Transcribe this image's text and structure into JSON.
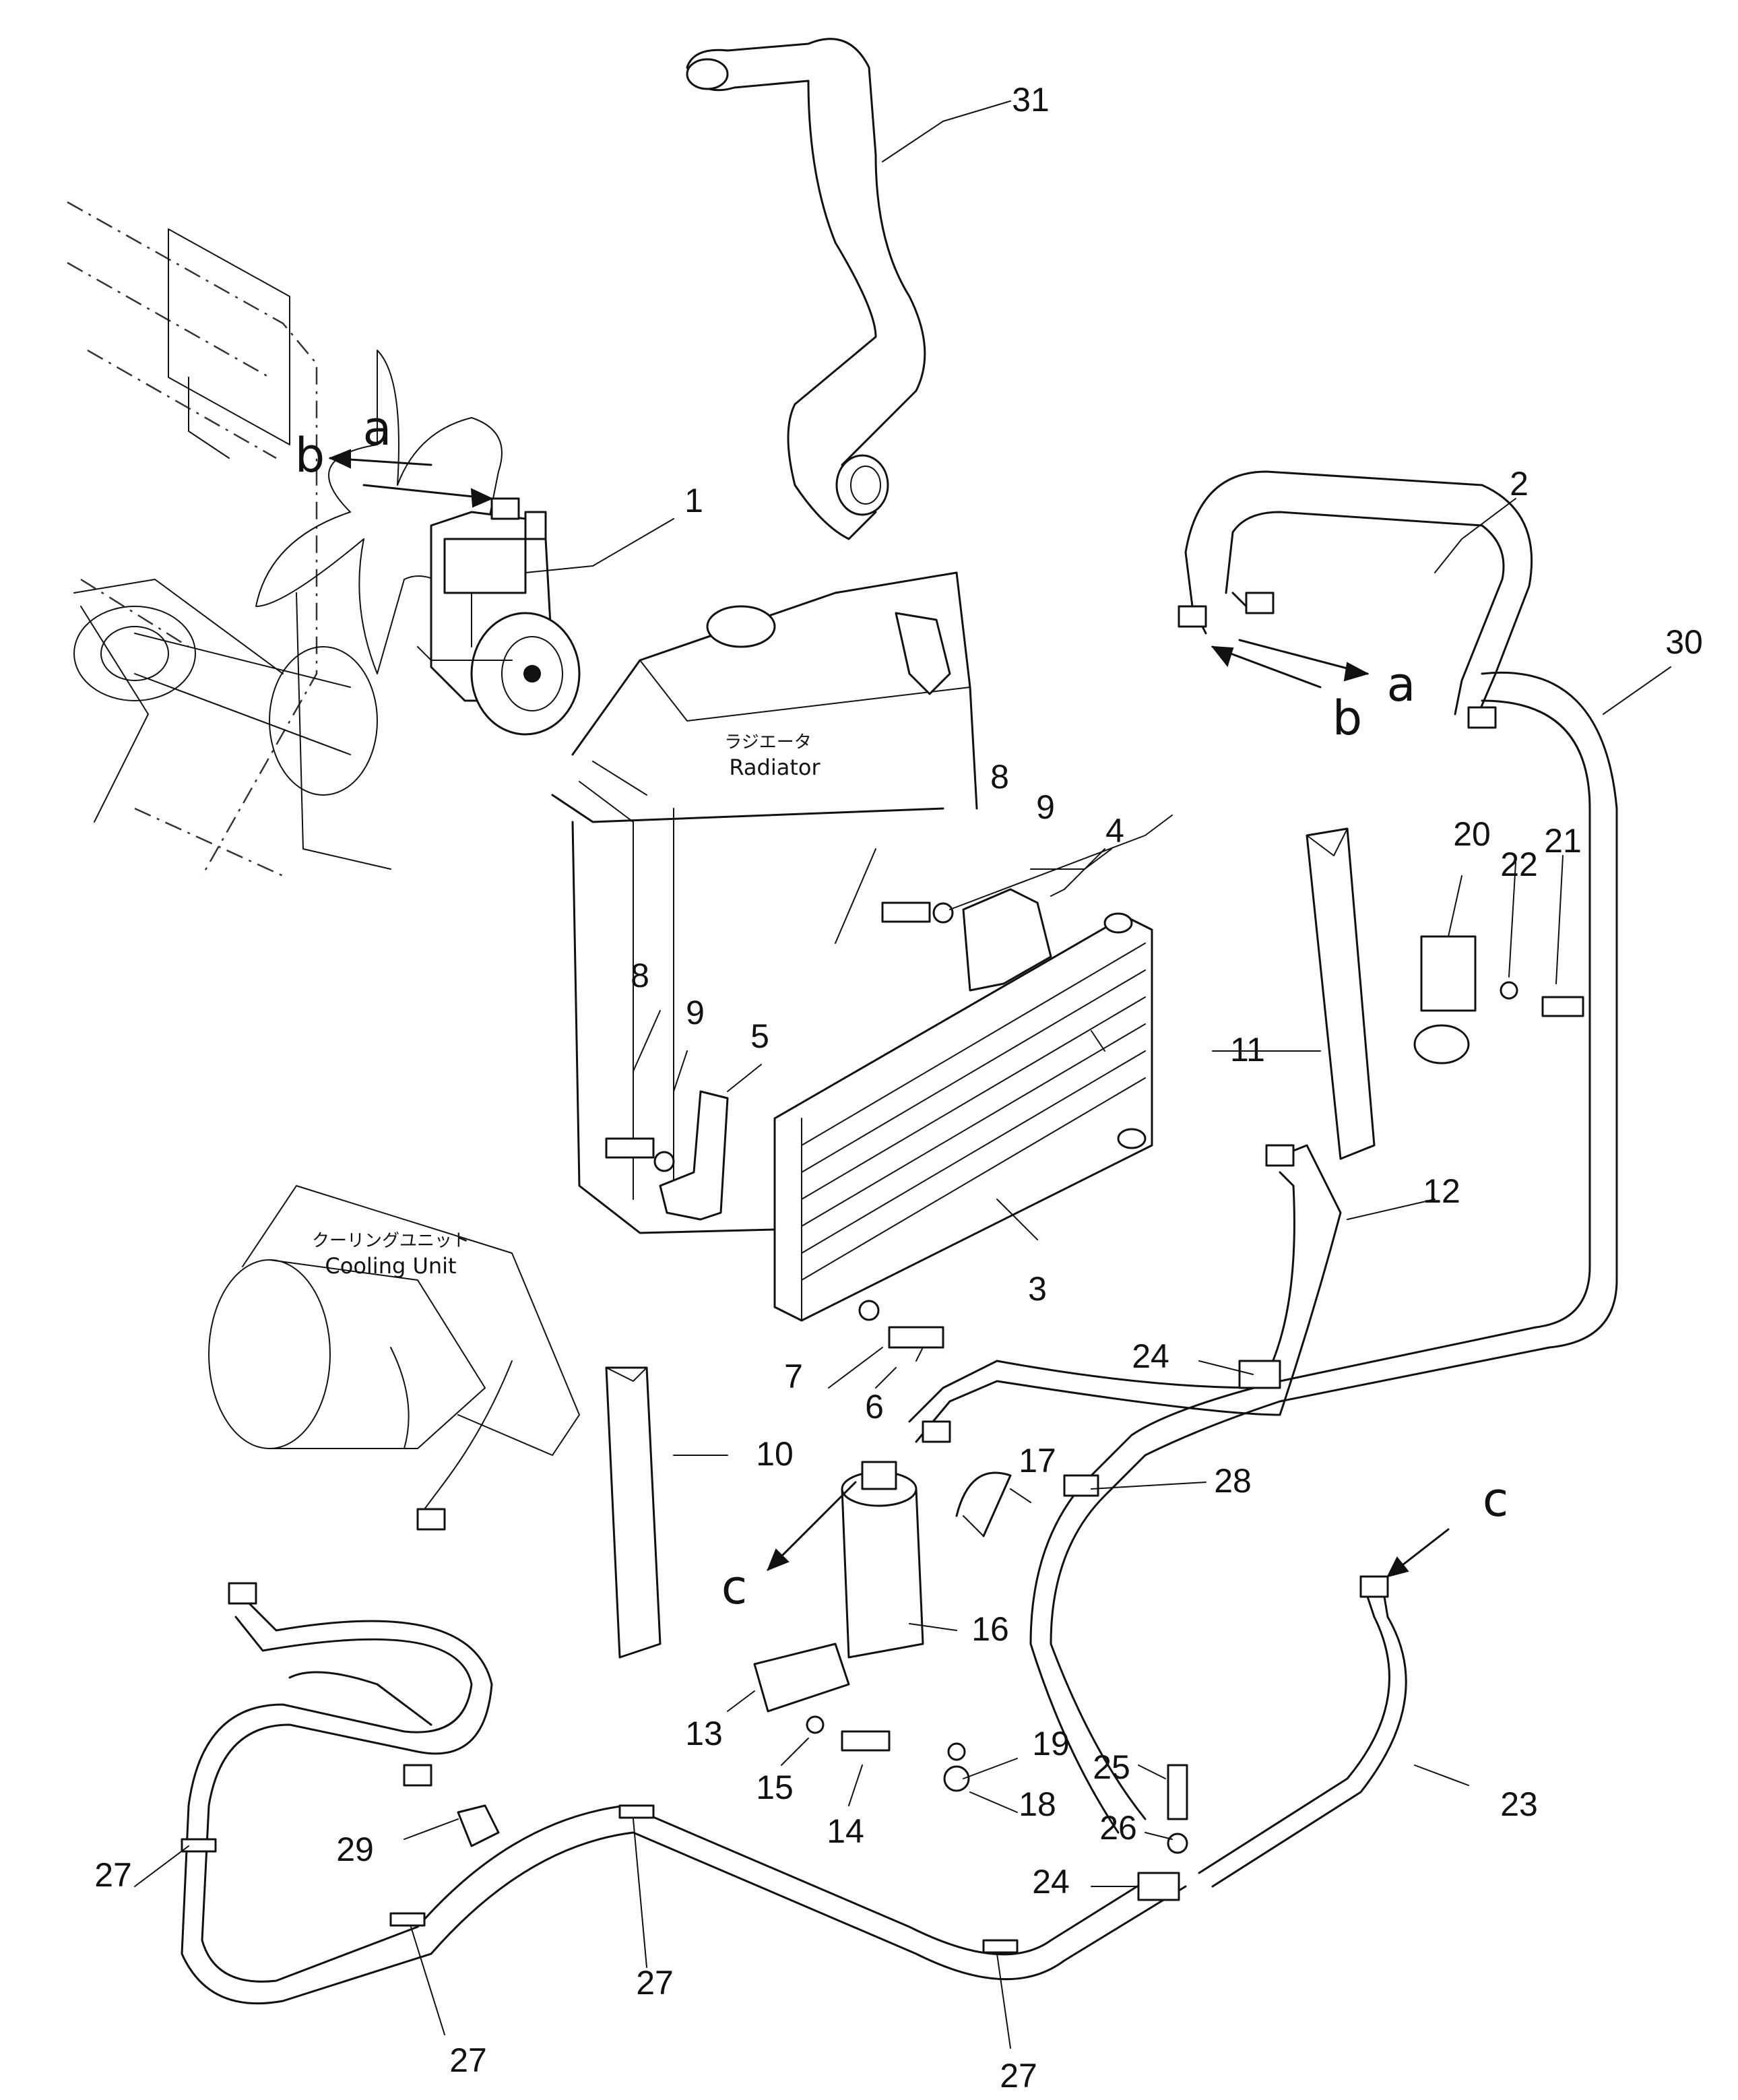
{
  "captions": {
    "radiator_jp": "ラジエータ",
    "radiator_en": "Radiator",
    "cooling_unit_jp": "クーリングユニット",
    "cooling_unit_en": "Cooling Unit"
  },
  "connection_letters": {
    "a": "a",
    "b": "b",
    "c": "c"
  },
  "callouts": {
    "p1": "1",
    "p2": "2",
    "p3": "3",
    "p4": "4",
    "p5": "5",
    "p6": "6",
    "p7": "7",
    "p8": "8",
    "p9": "9",
    "p10": "10",
    "p11": "11",
    "p12": "12",
    "p13": "13",
    "p14": "14",
    "p15": "15",
    "p16": "16",
    "p17": "17",
    "p18": "18",
    "p19": "19",
    "p20": "20",
    "p21": "21",
    "p22": "22",
    "p23": "23",
    "p24": "24",
    "p25": "25",
    "p26": "26",
    "p27": "27",
    "p28": "28",
    "p29": "29",
    "p30": "30",
    "p31": "31"
  }
}
